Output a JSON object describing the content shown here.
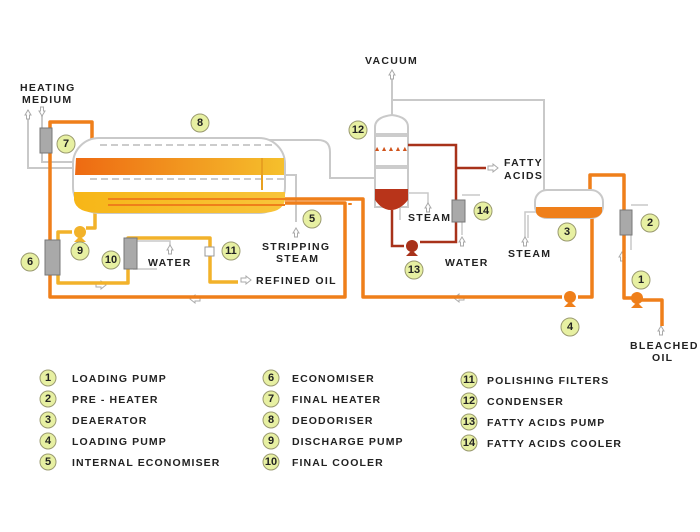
{
  "labels": {
    "heating_medium": [
      "HEATING",
      "MEDIUM"
    ],
    "vacuum": "VACUUM",
    "fatty_acids": [
      "FATTY",
      "ACIDS"
    ],
    "steam_condenser": "STEAM",
    "water_cooler14": "WATER",
    "steam_deaerator": "STEAM",
    "stripping_steam": [
      "STRIPPING",
      "STEAM"
    ],
    "water_cooler10": "WATER",
    "refined_oil": "REFINED OIL",
    "bleached_oil": [
      "BLEACHED",
      "OIL"
    ]
  },
  "legend": [
    {
      "num": "1",
      "label": "LOADING PUMP"
    },
    {
      "num": "2",
      "label": "PRE - HEATER"
    },
    {
      "num": "3",
      "label": "DEAERATOR"
    },
    {
      "num": "4",
      "label": "LOADING PUMP"
    },
    {
      "num": "5",
      "label": "INTERNAL ECONOMISER"
    },
    {
      "num": "6",
      "label": "ECONOMISER"
    },
    {
      "num": "7",
      "label": "FINAL HEATER"
    },
    {
      "num": "8",
      "label": "DEODORISER"
    },
    {
      "num": "9",
      "label": "DISCHARGE PUMP"
    },
    {
      "num": "10",
      "label": "FINAL COOLER"
    },
    {
      "num": "11",
      "label": "POLISHING FILTERS"
    },
    {
      "num": "12",
      "label": "CONDENSER"
    },
    {
      "num": "13",
      "label": "FATTY ACIDS PUMP"
    },
    {
      "num": "14",
      "label": "FATTY ACIDS COOLER"
    }
  ],
  "colors": {
    "oil": "#ef7f1a",
    "refined": "#f2b22a",
    "fatty_acids": "#a8321a",
    "utility": "#c9c9c9",
    "badge": "#e7f0a2"
  }
}
